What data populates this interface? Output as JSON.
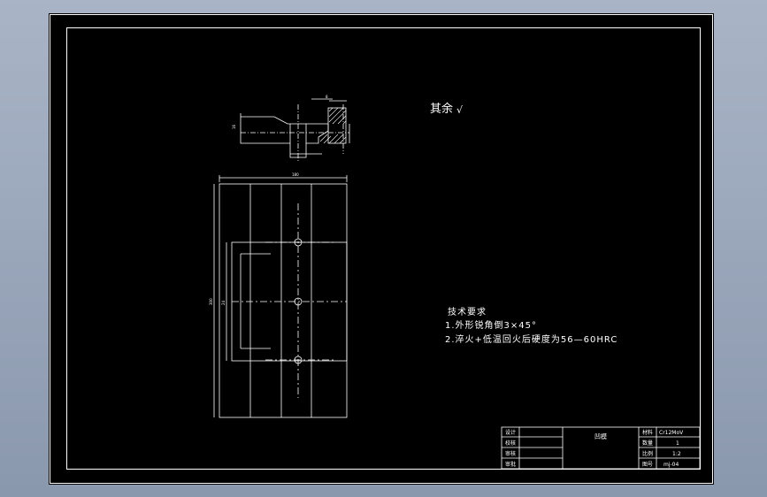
{
  "drawing": {
    "roughness_note": "其余",
    "roughness_symbol": "√",
    "tech_requirements": {
      "title": "技术要求",
      "items": [
        "1.外形锐角倒3×45°",
        "2.淬火+低温回火后硬度为56—60HRC"
      ]
    },
    "dimensions": {
      "top_length": "180",
      "left_height": "300",
      "left_inner": "24",
      "small_1": "16",
      "small_2": "8"
    },
    "title_block": {
      "rows_left": [
        "设计",
        "校核",
        "审核",
        "审批"
      ],
      "part_name": "凹模",
      "right_labels": [
        "材料",
        "数量",
        "比例",
        "图号"
      ],
      "right_values": [
        "Cr12MoV",
        "1",
        "1:2",
        "mj-04"
      ]
    }
  }
}
